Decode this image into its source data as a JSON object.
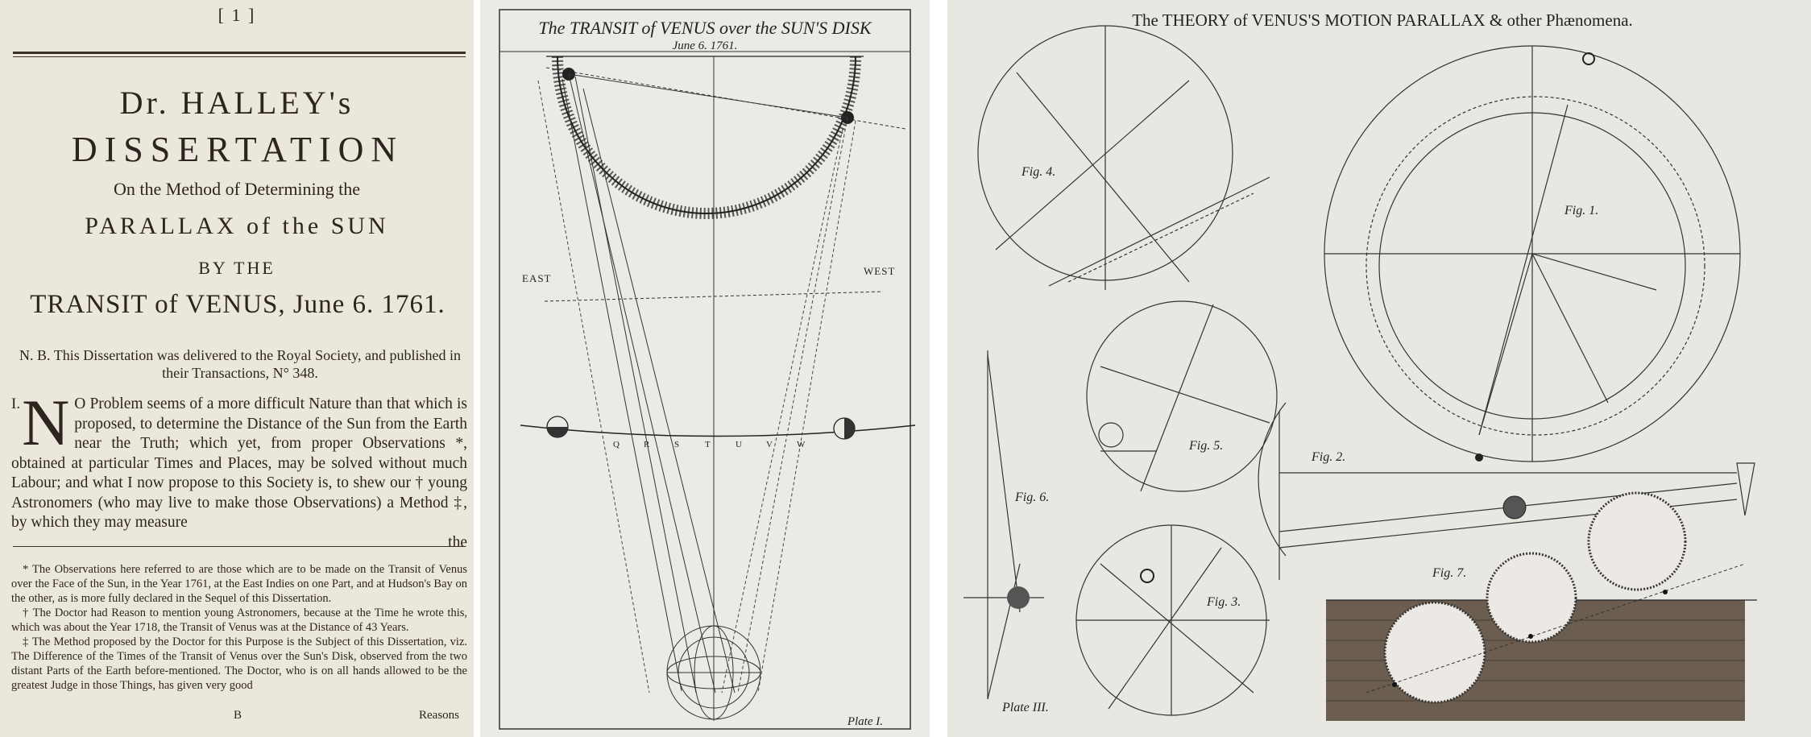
{
  "page": {
    "page_number": "[ 1 ]",
    "title_line1": "Dr. HALLEY's",
    "title_line2": "DISSERTATION",
    "title_line3": "On the Method of Determining the",
    "title_line4": "PARALLAX of the SUN",
    "title_line5": "BY THE",
    "title_line6": "TRANSIT of VENUS, June 6. 1761.",
    "nb_note": "N. B. This Dissertation was delivered to the Royal Society, and published in their Transactions, N° 348.",
    "section_number": "I.",
    "drop_cap": "N",
    "body_text": "O Problem seems of a more difficult Nature than that which is proposed, to determine the Distance of the Sun from the Earth near the Truth; which yet, from proper Observations *, obtained at particular Times and Places, may be solved without much Labour; and what I now propose to this Society is, to shew our † young Astronomers (who may live to make those Observations) a Method ‡, by which they may measure",
    "body_last_word": "the",
    "footnote1": "* The Observations here referred to are those which are to be made on the Transit of Venus over the Face of the Sun, in the Year 1761, at the East Indies on one Part, and at Hudson's Bay on the other, as is more fully declared in the Sequel of this Dissertation.",
    "footnote2": "† The Doctor had Reason to mention young Astronomers, because at the Time he wrote this, which was about the Year 1718, the Transit of Venus was at the Distance of 43 Years.",
    "footnote3": "‡ The Method proposed by the Doctor for this Purpose is the Subject of this Dissertation, viz. The Difference of the Times of the Transit of Venus over the Sun's Disk, observed from the two distant Parts of the Earth before-mentioned. The Doctor, who is on all hands allowed to be the greatest Judge in those Things, has given very good",
    "signature_mark": "B",
    "catchword": "Reasons"
  },
  "plate1": {
    "title": "The TRANSIT of VENUS over the SUN'S DISK",
    "date": "June 6. 1761.",
    "label_east": "EAST",
    "label_west": "WEST",
    "plate_label": "Plate I.",
    "orbit_letters": [
      "Q",
      "R",
      "S",
      "T",
      "U",
      "V",
      "W"
    ]
  },
  "plate3": {
    "title": "The THEORY of VENUS'S MOTION PARALLAX & other Phænomena.",
    "fig1": "Fig. 1.",
    "fig2": "Fig. 2.",
    "fig3": "Fig. 3.",
    "fig4": "Fig. 4.",
    "fig5": "Fig. 5.",
    "fig6": "Fig. 6.",
    "fig7": "Fig. 7.",
    "plate_label": "Plate III."
  },
  "colors": {
    "paper": "#ece7dc",
    "ink": "#2c251d",
    "plate_paper": "#eceae5"
  }
}
